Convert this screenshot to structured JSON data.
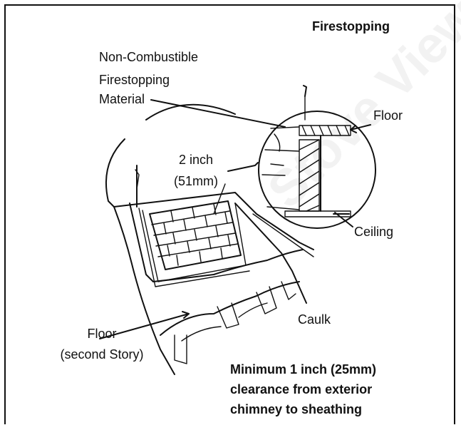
{
  "title": "Firestopping",
  "labels": {
    "material": [
      "Non-Combustible",
      "Firestopping",
      "Material"
    ],
    "clearance": [
      "2 inch",
      "(51mm)"
    ],
    "floor_top": "Floor",
    "ceiling": "Ceiling",
    "caulk": "Caulk",
    "floor_second": [
      "Floor",
      "(second Story)"
    ],
    "note": [
      "Minimum 1 inch (25mm)",
      "clearance from exterior",
      "chimney to sheathing"
    ]
  },
  "watermark": "Stove View"
}
